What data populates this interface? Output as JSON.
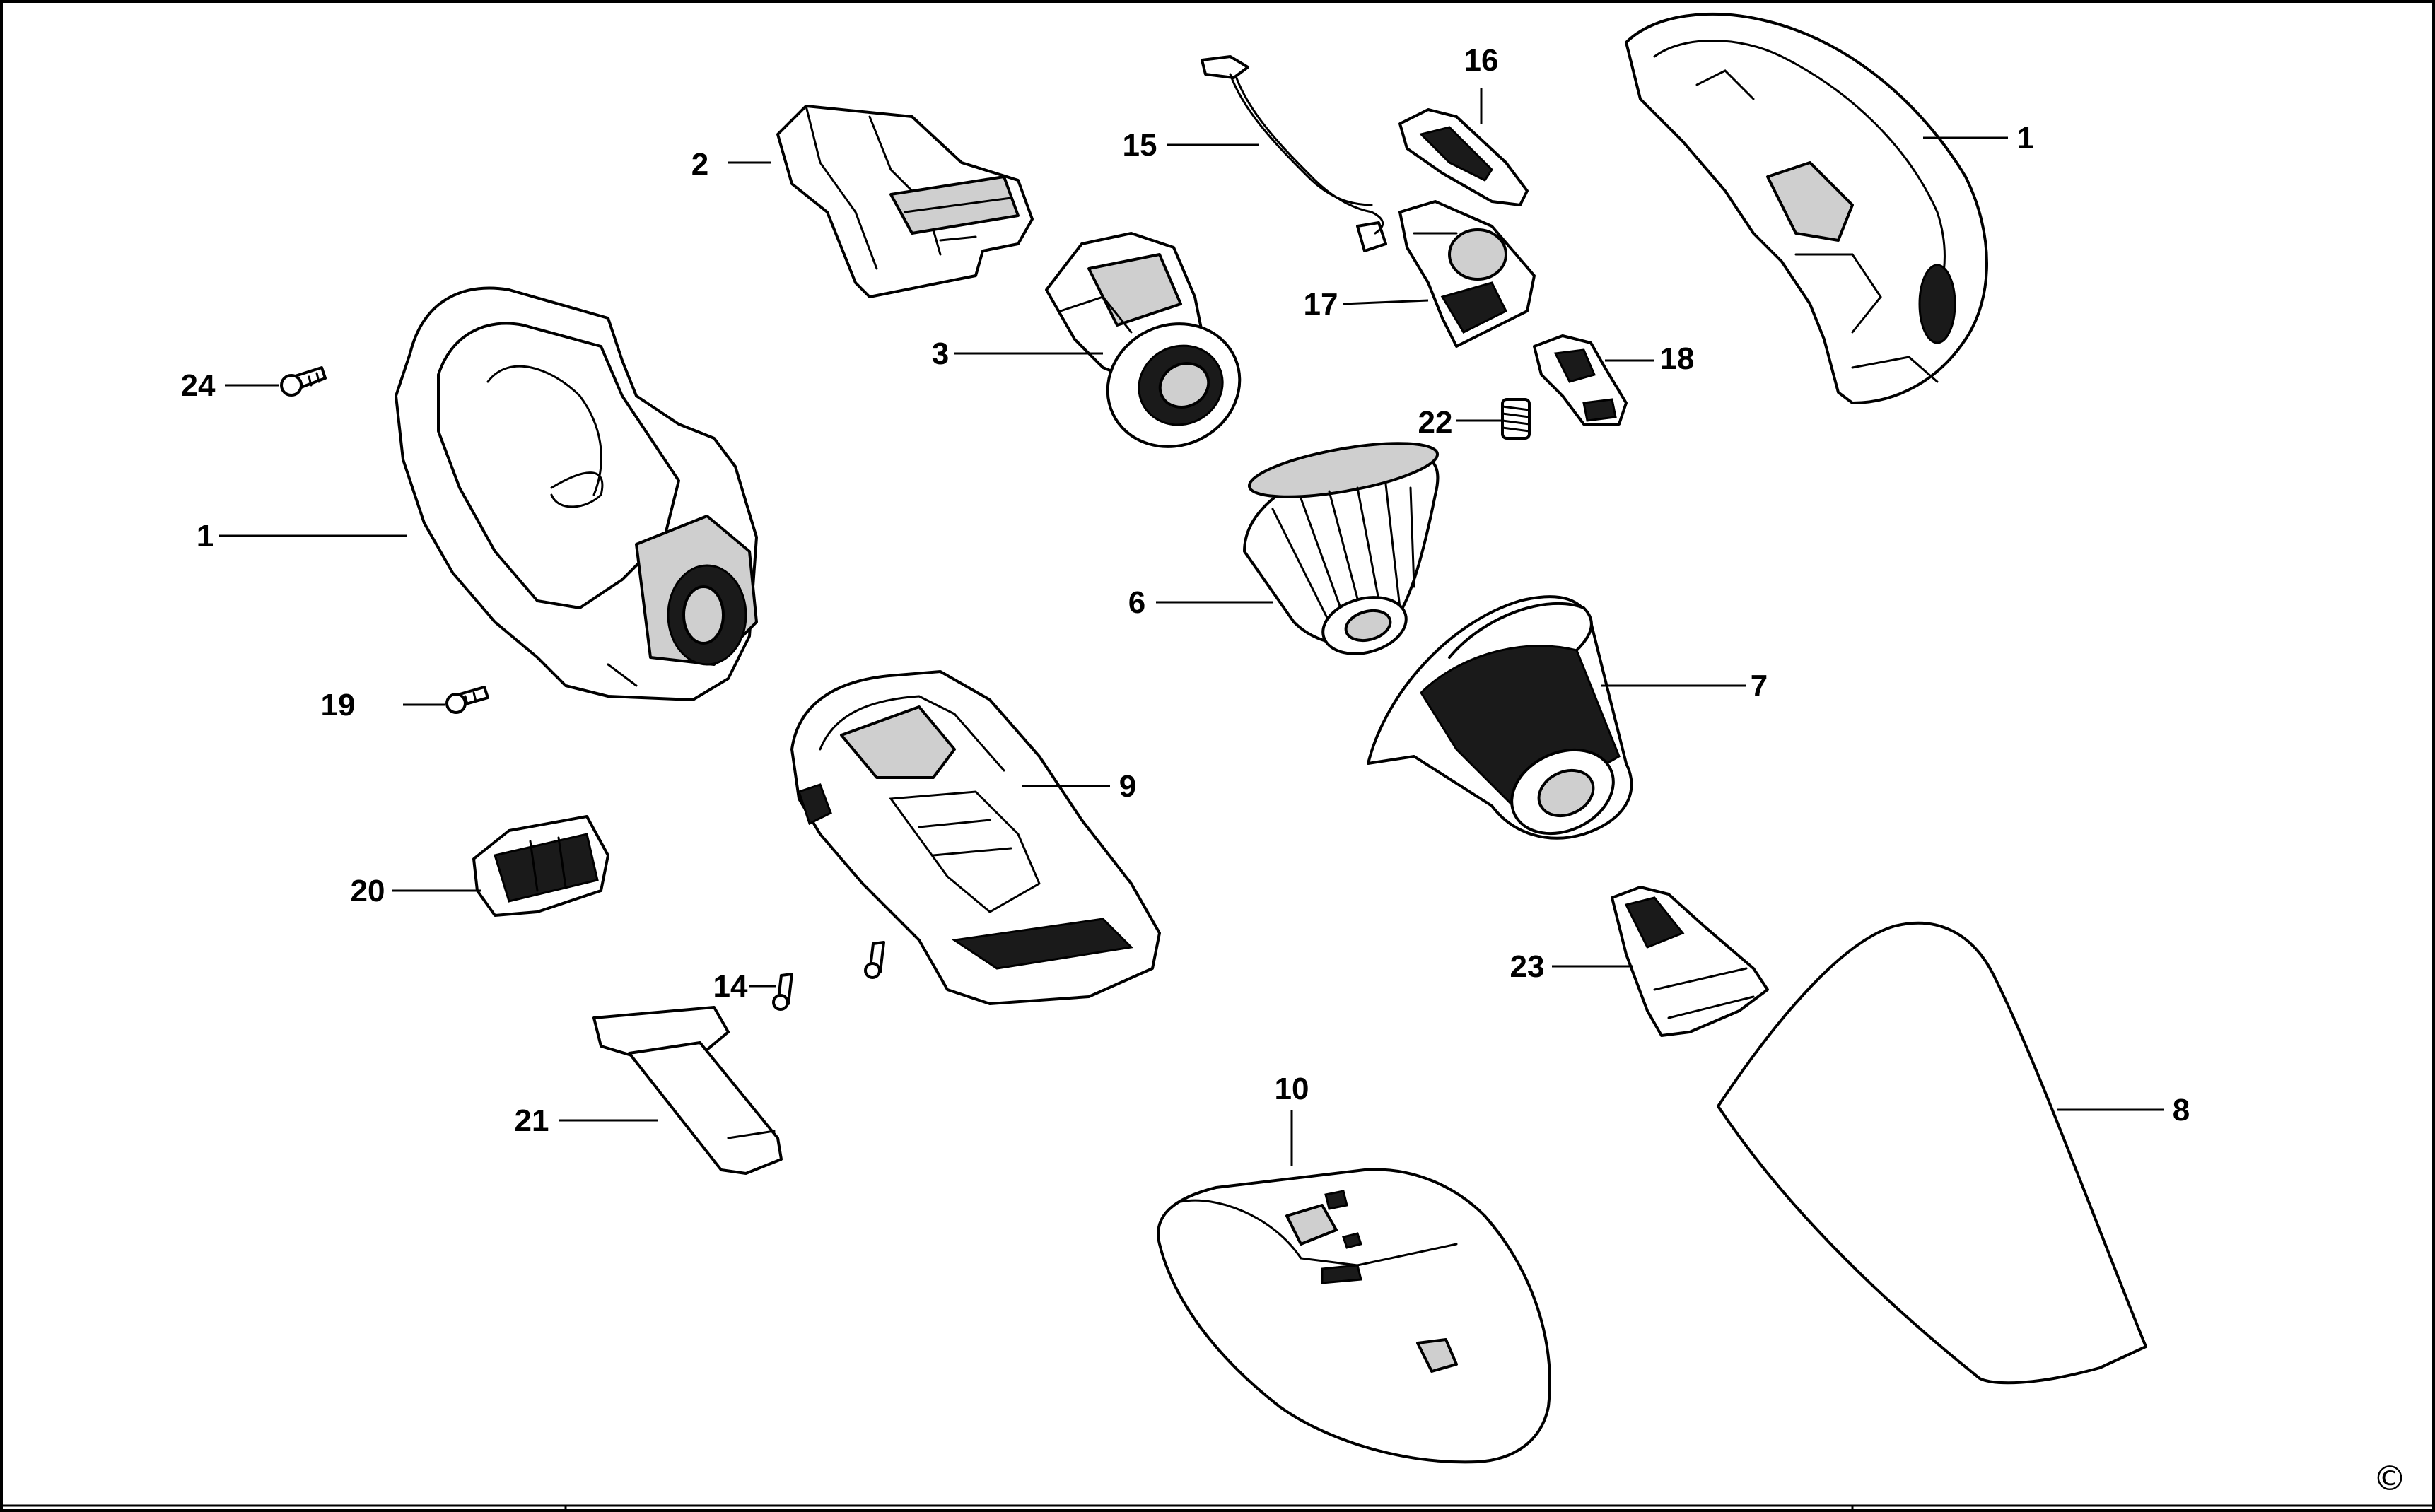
{
  "labels": {
    "p1_left": "1",
    "p1_right": "1",
    "p2": "2",
    "p3": "3",
    "p6": "6",
    "p7": "7",
    "p8": "8",
    "p9": "9",
    "p10": "10",
    "p14": "14",
    "p15": "15",
    "p16": "16",
    "p17": "17",
    "p18": "18",
    "p19": "19",
    "p20": "20",
    "p21": "21",
    "p22": "22",
    "p23": "23",
    "p24": "24"
  },
  "copyright": "©"
}
